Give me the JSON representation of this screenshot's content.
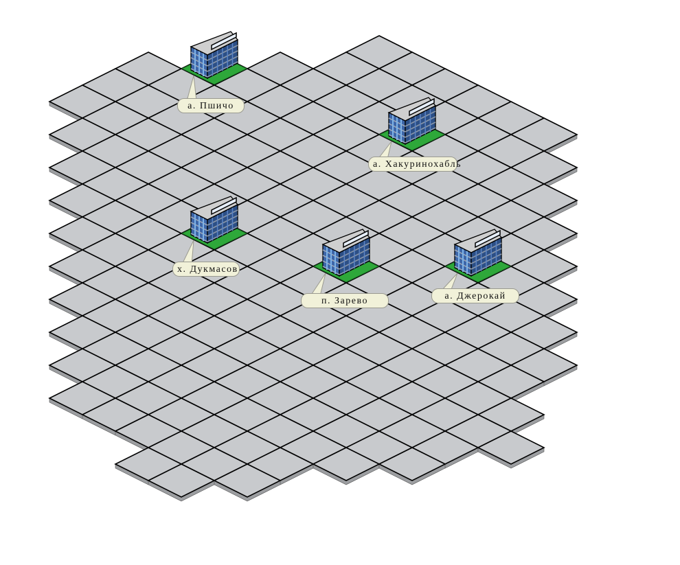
{
  "map": {
    "settlements": [
      {
        "name": "а. Пшичо"
      },
      {
        "name": "а. Хакуринохабль"
      },
      {
        "name": "х. Дукмасов"
      },
      {
        "name": "п. Зарево"
      },
      {
        "name": "а. Джерокай"
      }
    ],
    "colors": {
      "tile": "#c8cacd",
      "tile_side": "#9c9ea1",
      "grass": "#2ea83a",
      "building": "#2c4f86",
      "label_bg": "#f1f1d9"
    }
  }
}
